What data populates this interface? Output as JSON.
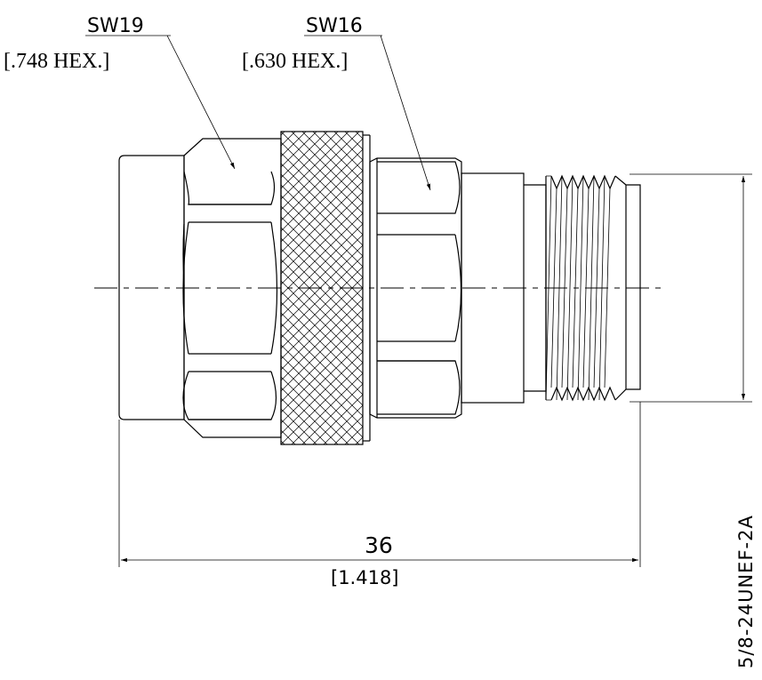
{
  "callouts": {
    "sw19": {
      "label": "SW19",
      "size": "[.748 HEX.]"
    },
    "sw16": {
      "label": "SW16",
      "size": "[.630 HEX.]"
    }
  },
  "dimensions": {
    "length_mm": "36",
    "length_in": "[1.418]",
    "thread": "5/8-24UNEF-2A"
  }
}
